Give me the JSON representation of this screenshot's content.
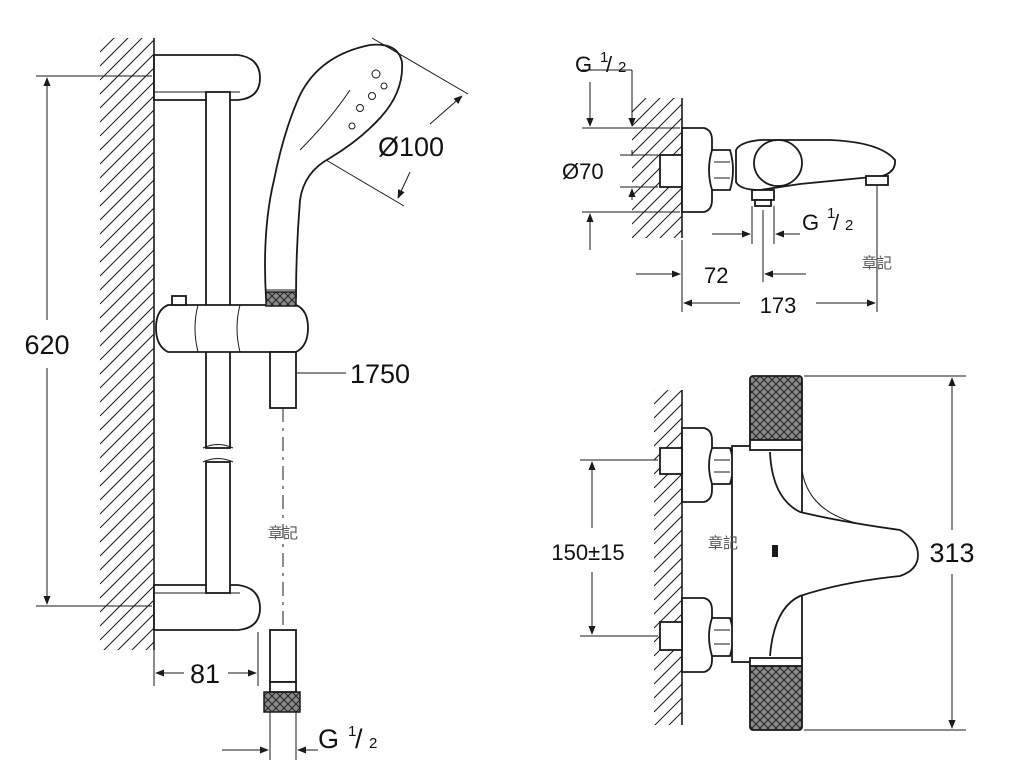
{
  "dimensions": {
    "rail_length": "620",
    "head_diameter": "Ø100",
    "hose_length": "1750",
    "rail_depth": "81",
    "thread_main": "G",
    "thread_sup": "1",
    "thread_sub": "2",
    "inlet_diameter": "Ø70",
    "projection_inlet": "72",
    "projection_total": "173",
    "overall_height": "313",
    "inlet_spacing": "150±15"
  },
  "watermark": "章記"
}
